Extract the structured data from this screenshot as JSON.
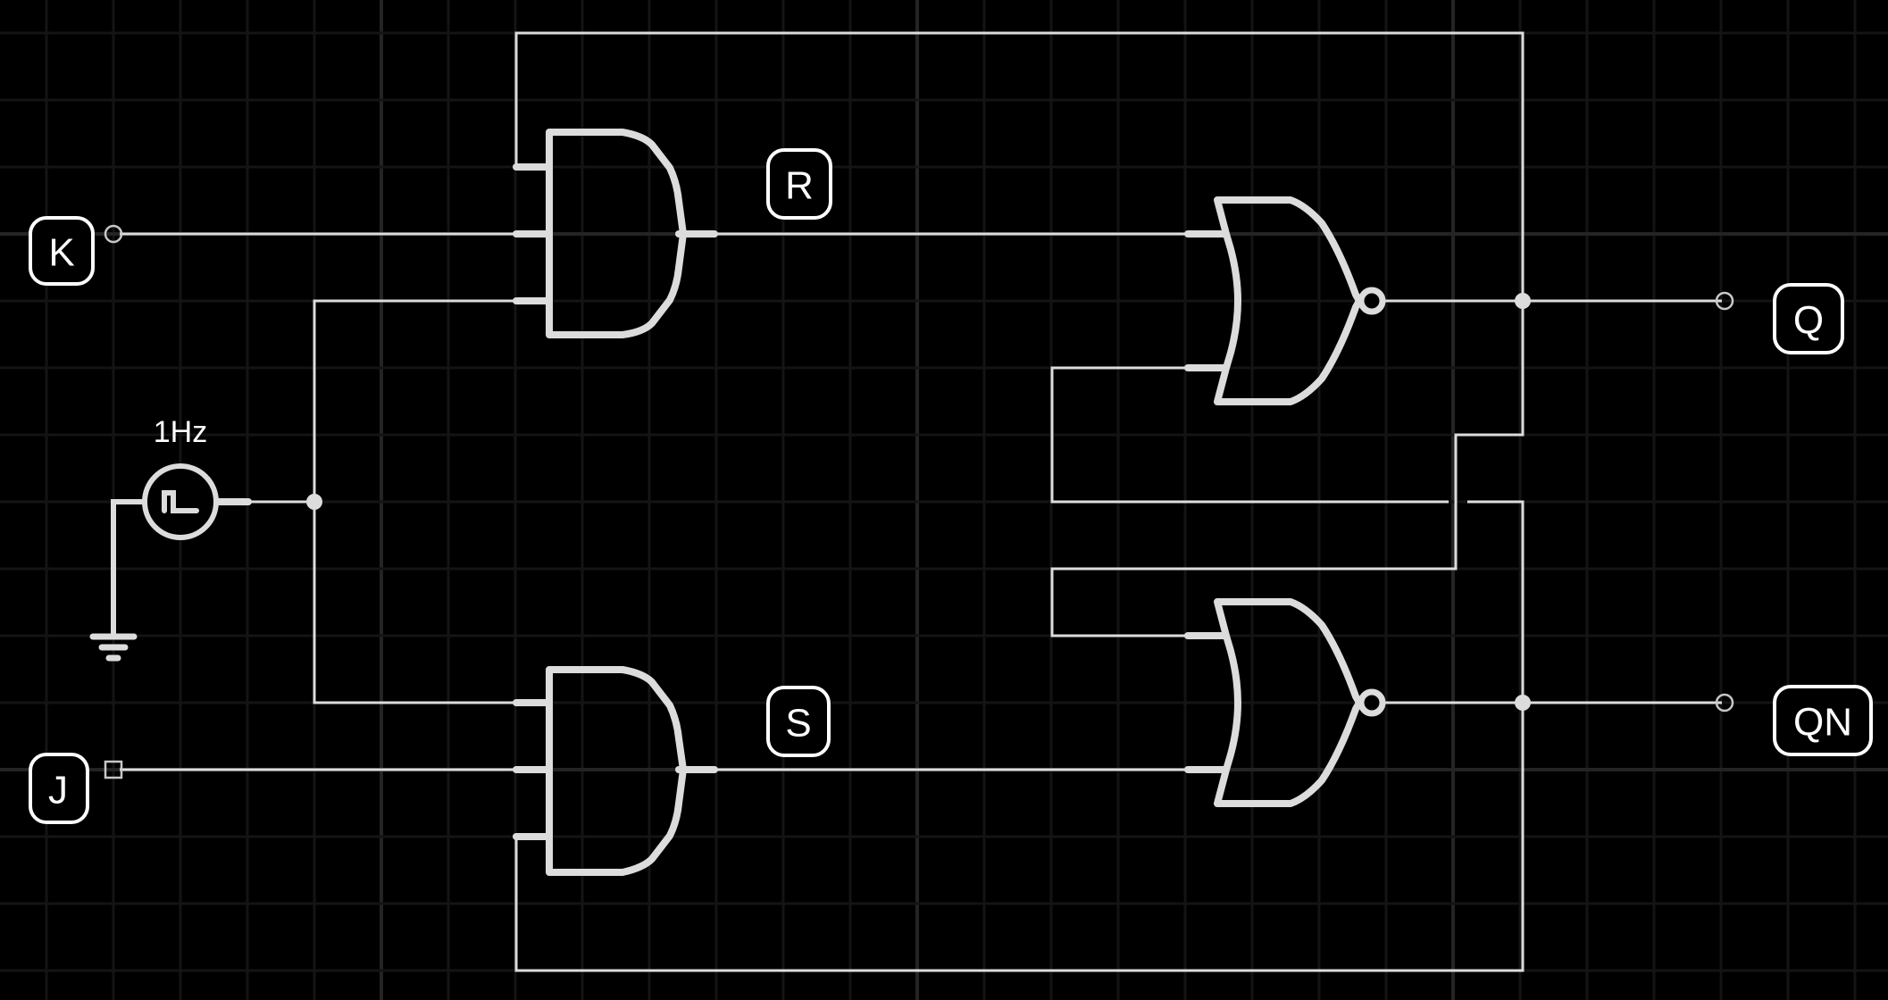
{
  "diagram": {
    "title": "JK Flip-Flop (gated SR latch with feedback)",
    "colors": {
      "background": "#000000",
      "wire": "#dcdcdc",
      "label": "#ffffff",
      "grid_minor": "#141414",
      "grid_major": "#242424"
    },
    "inputs": [
      {
        "id": "K",
        "label": "K",
        "terminal": "circle"
      },
      {
        "id": "J",
        "label": "J",
        "terminal": "square"
      }
    ],
    "clock": {
      "id": "CLK",
      "label": "1Hz",
      "icon": "square-wave-icon",
      "grounded": true
    },
    "gates": [
      {
        "id": "and-top",
        "type": "AND",
        "inputs": 3,
        "net_label": "R"
      },
      {
        "id": "and-bottom",
        "type": "AND",
        "inputs": 3,
        "net_label": "S"
      },
      {
        "id": "nor-top",
        "type": "NOR",
        "inputs": 2
      },
      {
        "id": "nor-bottom",
        "type": "NOR",
        "inputs": 2
      }
    ],
    "net_labels": [
      {
        "id": "R",
        "label": "R"
      },
      {
        "id": "S",
        "label": "S"
      }
    ],
    "outputs": [
      {
        "id": "Q",
        "label": "Q"
      },
      {
        "id": "QN",
        "label": "QN"
      }
    ]
  }
}
